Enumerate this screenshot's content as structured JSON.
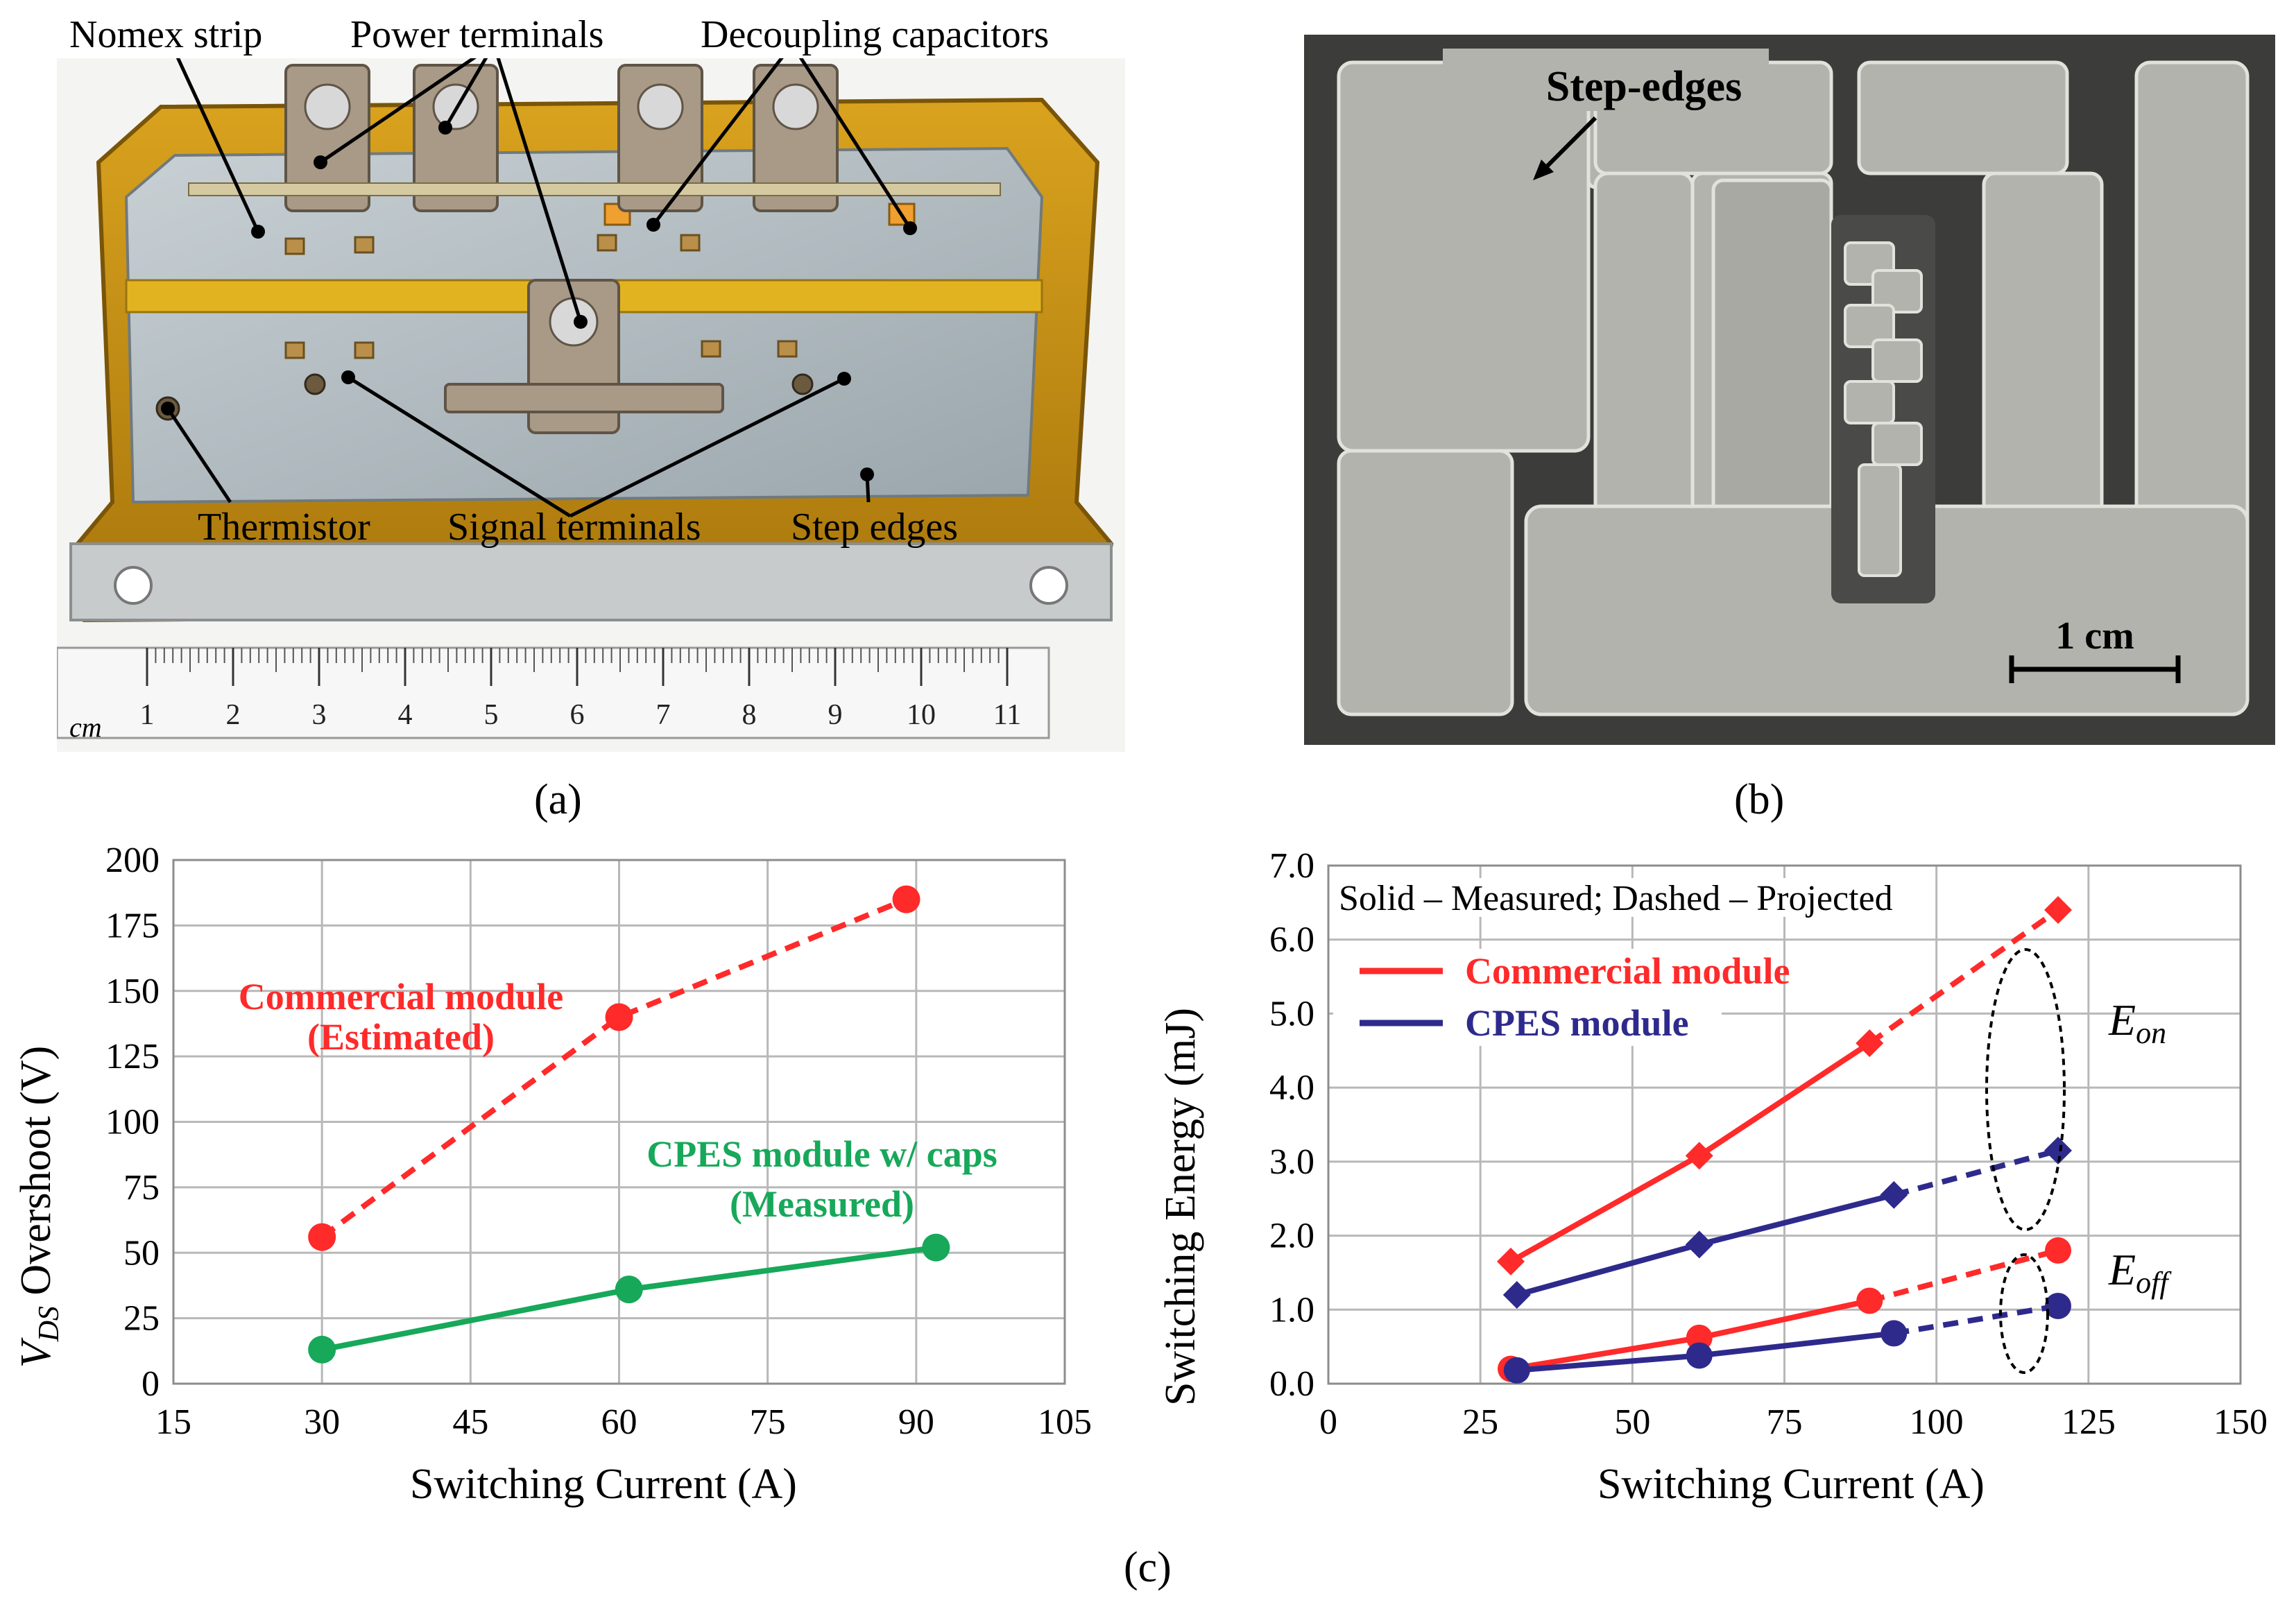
{
  "panel_labels": {
    "a": "(a)",
    "b": "(b)",
    "c": "(c)"
  },
  "photo_a": {
    "callouts": {
      "nomex": "Nomex strip",
      "power": "Power terminals",
      "decoupling": "Decoupling capacitors",
      "thermistor": "Thermistor",
      "signal": "Signal terminals",
      "step": "Step edges"
    },
    "ruler": {
      "unit": "cm",
      "ticks": [
        "1",
        "2",
        "3",
        "4",
        "5",
        "6",
        "7",
        "8",
        "9",
        "10",
        "11"
      ]
    }
  },
  "photo_b": {
    "callout": "Step-edges",
    "scale_label": "1 cm"
  },
  "colors": {
    "red": "#ff2a2a",
    "green": "#17a85a",
    "blue": "#2e2a8c",
    "grid": "#b8b8b8"
  },
  "chart_data": [
    {
      "type": "line",
      "xlabel": "Switching Current (A)",
      "ylabel_main": "V",
      "ylabel_sub": "DS",
      "ylabel_rest": " Overshoot (V)",
      "xlim": [
        15,
        105
      ],
      "ylim": [
        0,
        200
      ],
      "xticks": [
        "15",
        "30",
        "45",
        "60",
        "75",
        "90",
        "105"
      ],
      "yticks": [
        "0",
        "25",
        "50",
        "75",
        "100",
        "125",
        "150",
        "175",
        "200"
      ],
      "grid": true,
      "series": [
        {
          "name_line1": "Commercial module",
          "name_line2": "(Estimated)",
          "style": "dashed",
          "marker": "circle",
          "color": "red",
          "points": [
            [
              30,
              56
            ],
            [
              60,
              140
            ],
            [
              89,
              185
            ]
          ]
        },
        {
          "name_line1": "CPES module w/ caps",
          "name_line2": "(Measured)",
          "style": "solid",
          "marker": "circle",
          "color": "green",
          "points": [
            [
              30,
              13
            ],
            [
              61,
              36
            ],
            [
              92,
              52
            ]
          ]
        }
      ]
    },
    {
      "type": "line",
      "xlabel": "Switching Current (A)",
      "ylabel": "Switching Energy (mJ)",
      "xlim": [
        0,
        150
      ],
      "ylim": [
        0,
        7
      ],
      "xticks": [
        "0",
        "25",
        "50",
        "75",
        "100",
        "125",
        "150"
      ],
      "yticks": [
        "0.0",
        "1.0",
        "2.0",
        "3.0",
        "4.0",
        "5.0",
        "6.0",
        "7.0"
      ],
      "grid": true,
      "note": "Solid – Measured; Dashed – Projected",
      "legend": [
        {
          "label": "Commercial module",
          "color": "red"
        },
        {
          "label": "CPES module",
          "color": "blue"
        }
      ],
      "annotations": {
        "eon_main": "E",
        "eon_sub": "on",
        "eoff_main": "E",
        "eoff_sub": "off"
      },
      "series": [
        {
          "name": "Commercial module",
          "group": "Eon",
          "color": "red",
          "marker": "diamond",
          "measured": [
            [
              30,
              1.65
            ],
            [
              61,
              3.08
            ],
            [
              89,
              4.6
            ]
          ],
          "projected": [
            [
              89,
              4.6
            ],
            [
              120,
              6.4
            ]
          ]
        },
        {
          "name": "CPES module",
          "group": "Eon",
          "color": "blue",
          "marker": "diamond",
          "measured": [
            [
              31,
              1.2
            ],
            [
              61,
              1.88
            ],
            [
              93,
              2.55
            ]
          ],
          "projected": [
            [
              93,
              2.55
            ],
            [
              120,
              3.15
            ]
          ]
        },
        {
          "name": "Commercial module",
          "group": "Eoff",
          "color": "red",
          "marker": "circle",
          "measured": [
            [
              30,
              0.2
            ],
            [
              61,
              0.62
            ],
            [
              89,
              1.12
            ]
          ],
          "projected": [
            [
              89,
              1.12
            ],
            [
              120,
              1.8
            ]
          ]
        },
        {
          "name": "CPES module",
          "group": "Eoff",
          "color": "blue",
          "marker": "circle",
          "measured": [
            [
              31,
              0.18
            ],
            [
              61,
              0.38
            ],
            [
              93,
              0.68
            ]
          ],
          "projected": [
            [
              93,
              0.68
            ],
            [
              120,
              1.05
            ]
          ]
        }
      ]
    }
  ]
}
